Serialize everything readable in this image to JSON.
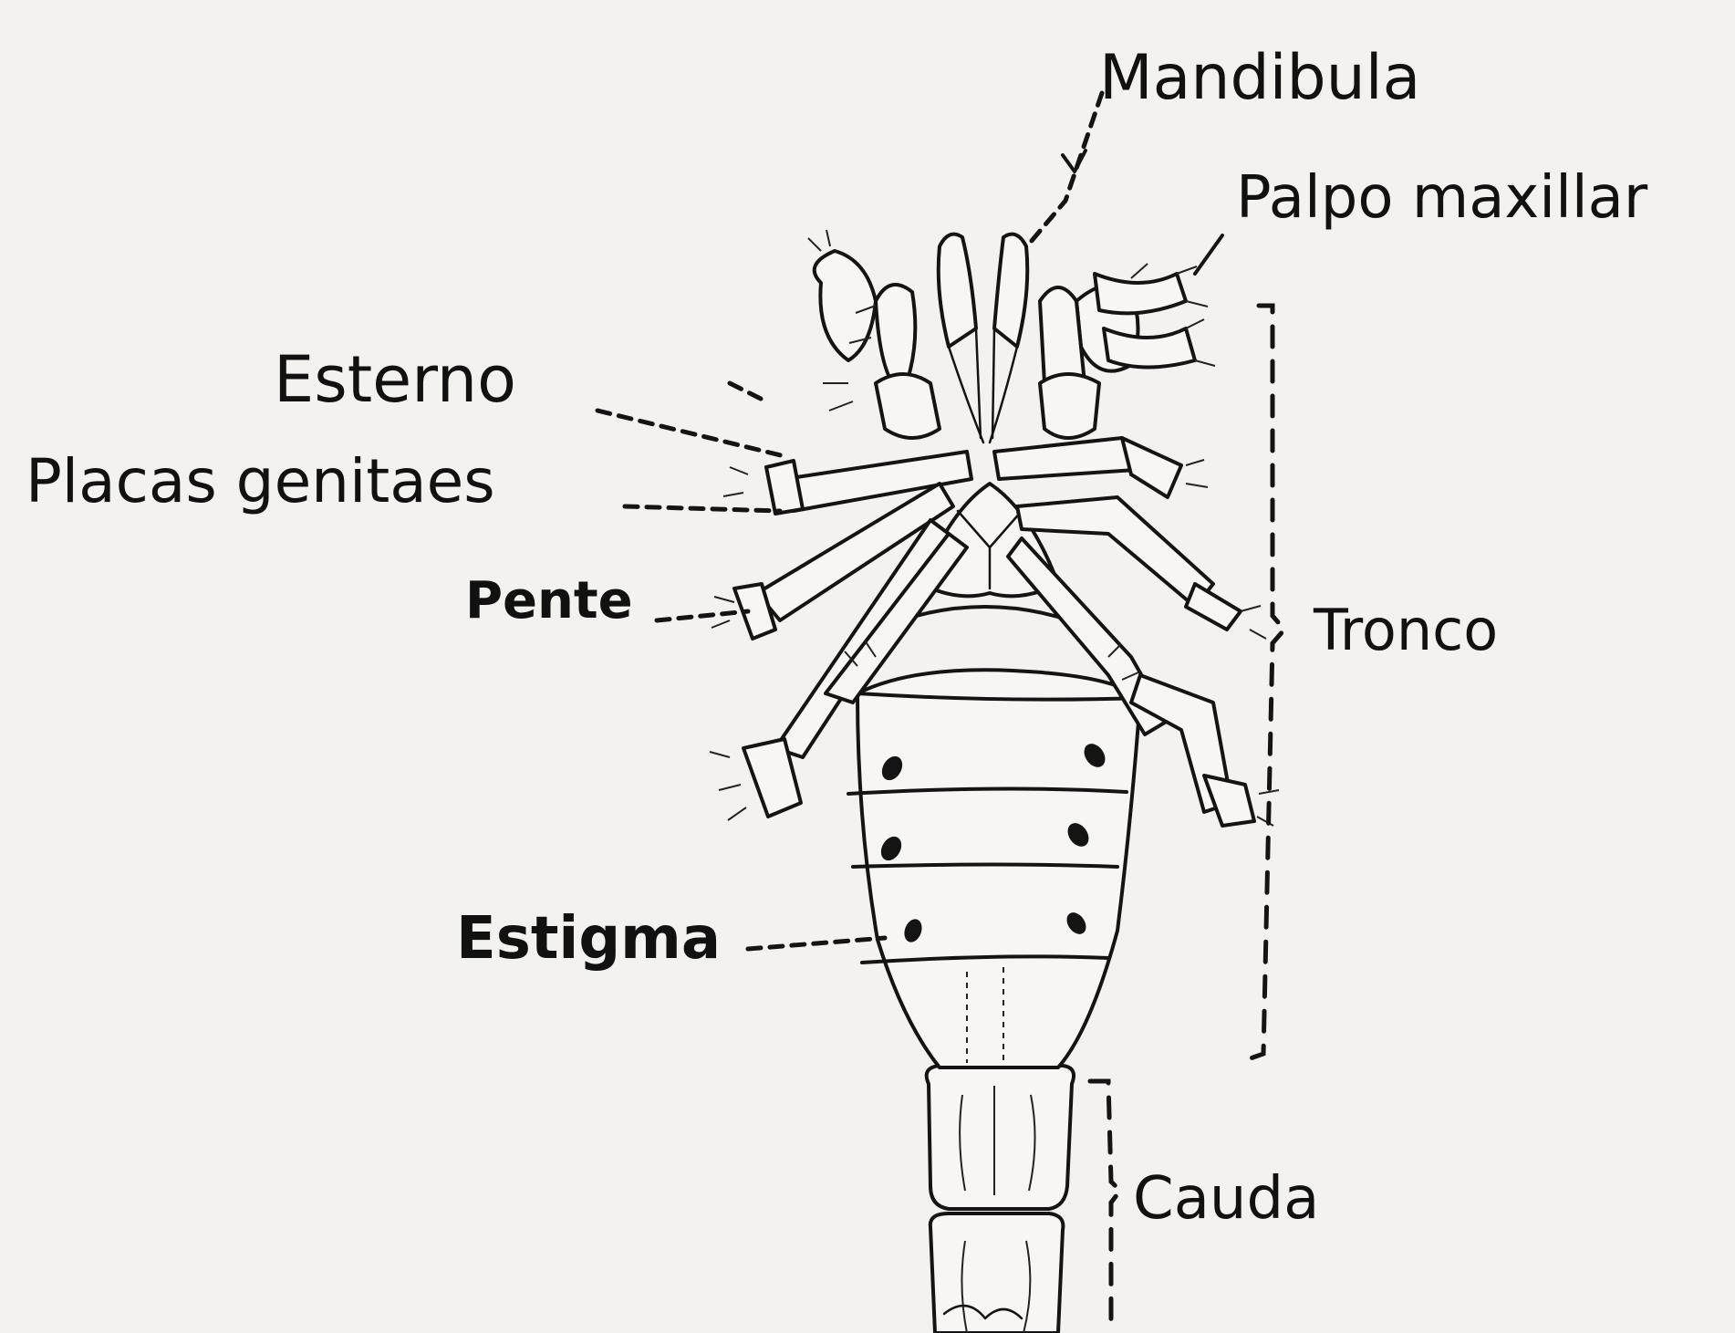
{
  "labels": {
    "mandibula": "Mandibula",
    "palpo_maxillar": "Palpo maxillar",
    "esterno": "Esterno",
    "placas_genitaes": "Placas genitaes",
    "pente": "Pente",
    "tronco": "Tronco",
    "estigma": "Estigma",
    "cauda": "Cauda"
  },
  "colors": {
    "ink": "#141414",
    "paper": "#f3f2ee"
  }
}
